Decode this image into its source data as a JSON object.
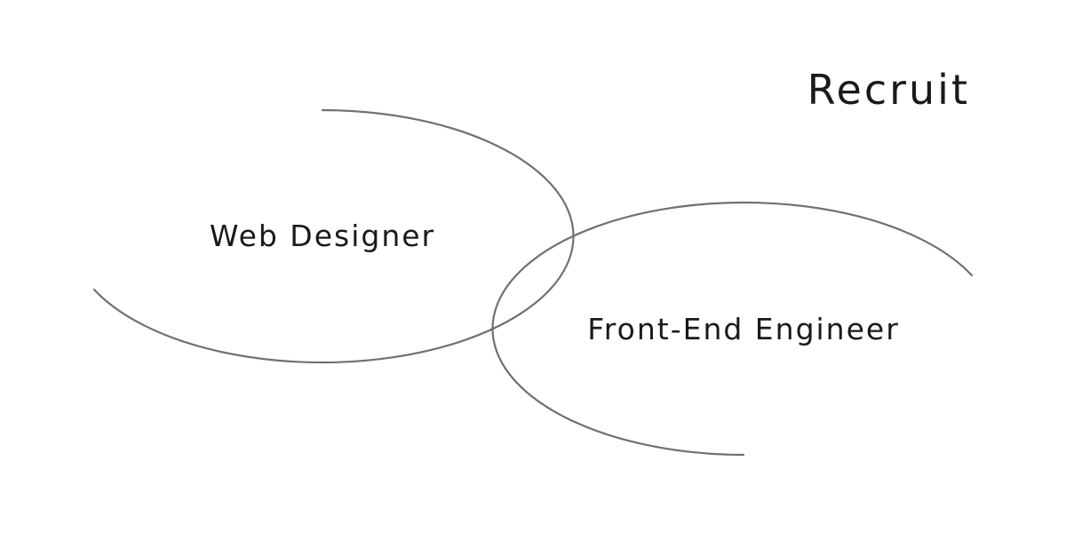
{
  "page": {
    "title": "Recruit"
  },
  "positions": [
    {
      "label": "Web Designer"
    },
    {
      "label": "Front-End Engineer"
    }
  ],
  "colors": {
    "background": "#ffffff",
    "text": "#1a1a1a",
    "arc_stroke": "#707070"
  }
}
